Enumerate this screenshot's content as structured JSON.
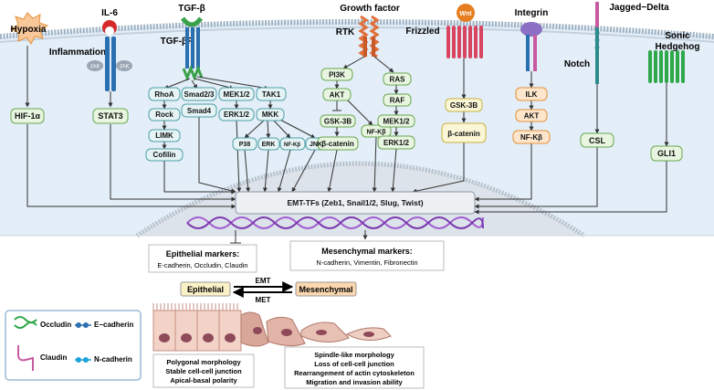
{
  "receptors": {
    "hypoxia": "Hypoxia",
    "il6": "IL-6",
    "inflammation": "Inflammation",
    "jak": "JAK",
    "tgfb": "TGF-β",
    "tgfbr": "TGF-βR",
    "growth_factor": "Growth factor",
    "rtk": "RTK",
    "wnt": "Wnt",
    "frizzled": "Frizzled",
    "integrin": "Integrin",
    "jagged_delta": "Jagged−Delta",
    "notch": "Notch",
    "sonic_hedgehog_1": "Sonic",
    "sonic_hedgehog_2": "Hedgehog"
  },
  "nodes": {
    "hif1a": "HIF-1α",
    "stat3": "STAT3",
    "rhoa": "RhoA",
    "rock": "Rock",
    "limk": "LIMK",
    "cofilin": "Cofilin",
    "smad23": "Smad2/3",
    "smad4": "Smad4",
    "mek12_tgf": "MEK1/2",
    "erk12_tgf": "ERK1/2",
    "tak1": "TAK1",
    "mkk": "MKK",
    "p38": "P38",
    "erk": "ERK",
    "nfkb_tgf": "NF-Kβ",
    "jnk": "JNK",
    "pi3k": "PI3K",
    "akt_rtk": "AKT",
    "gsk3b_rtk": "GSK-3B",
    "bcat_rtk": "β-catenin",
    "nfkb_rtk": "NF-Kβ",
    "ras": "RAS",
    "raf": "RAF",
    "mek12_rtk": "MEK1/2",
    "erk12_rtk": "ERK1/2",
    "gsk3b_wnt": "GSK-3B",
    "bcat_wnt": "β-catenin",
    "ilk": "ILK",
    "akt_int": "AKT",
    "nfkb_int": "NF-Kβ",
    "csl": "CSL",
    "gli1": "GLI1"
  },
  "emt_tfs": "EMT-TFs (Zeb1, Snail1/2, Slug, Twist)",
  "epithelial_markers": {
    "title": "Epithelial markers:",
    "list": "E-cadherin, Occludin, Claudin"
  },
  "mesenchymal_markers": {
    "title": "Mesenchymal markers:",
    "list": "N-cadherin, Vimentin, Fibronectin"
  },
  "transition": {
    "epithelial": "Epithelial",
    "mesenchymal": "Mesenchymal",
    "emt": "EMT",
    "met": "MET"
  },
  "legend": {
    "occludin": "Occludin",
    "e_cadherin": "E−cadherin",
    "claudin": "Claudin",
    "n_cadherin": "N-cadherin"
  },
  "epithelial_features": [
    "Polygonal morphology",
    "Stable cell-cell junction",
    "Apical-basal polarity"
  ],
  "mesenchymal_features": [
    "Spindle-like morphology",
    "Loss of cell-cell junction",
    "Rearrangement of actin cytoskeleton",
    "Migration and invasion ability"
  ],
  "colors": {
    "cytoplasm": "#e3eef8",
    "membrane": "#9fb3c4",
    "node_fill": "#e8f5e0",
    "node_green": "#6aa84f",
    "node_teal": "#4ea0a8",
    "node_orange": "#e69138",
    "node_orange_fill": "#fde6cc",
    "tgf_green": "#3aa14a",
    "rtk_orange": "#e0703a",
    "frizzled_red": "#d9455f",
    "integrin_purple": "#8a6fc5",
    "notch_teal": "#2e8b8b",
    "hedgehog_green": "#2fa84a",
    "dna_purple": "#a25fd1",
    "epithelial_box": "#fbf1c7",
    "mesenchymal_box": "#fbd8b0"
  }
}
